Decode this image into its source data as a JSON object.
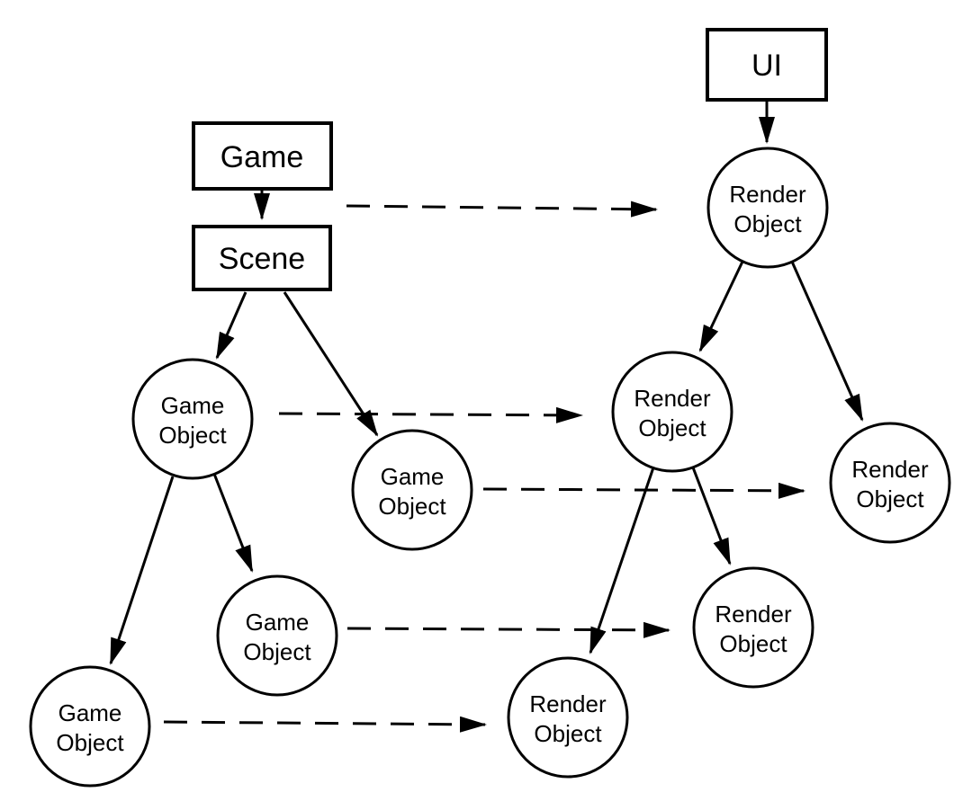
{
  "diagram": {
    "type": "tree-mapping-diagram",
    "background_color": "#ffffff",
    "stroke_color": "#000000",
    "game_hierarchy": {
      "game_box": {
        "label": "Game"
      },
      "scene_box": {
        "label": "Scene"
      },
      "game_object": {
        "line1": "Game",
        "line2": "Object"
      },
      "game_object_count": 4
    },
    "render_hierarchy": {
      "ui_box": {
        "label": "UI"
      },
      "render_object": {
        "line1": "Render",
        "line2": "Object"
      },
      "render_object_count": 5
    },
    "edges": {
      "tree_edge_style": "solid-arrow",
      "tree_edge_count": 10,
      "mapping_arrow_style": "dashed-arrow",
      "mapping_arrow_count": 5
    }
  }
}
